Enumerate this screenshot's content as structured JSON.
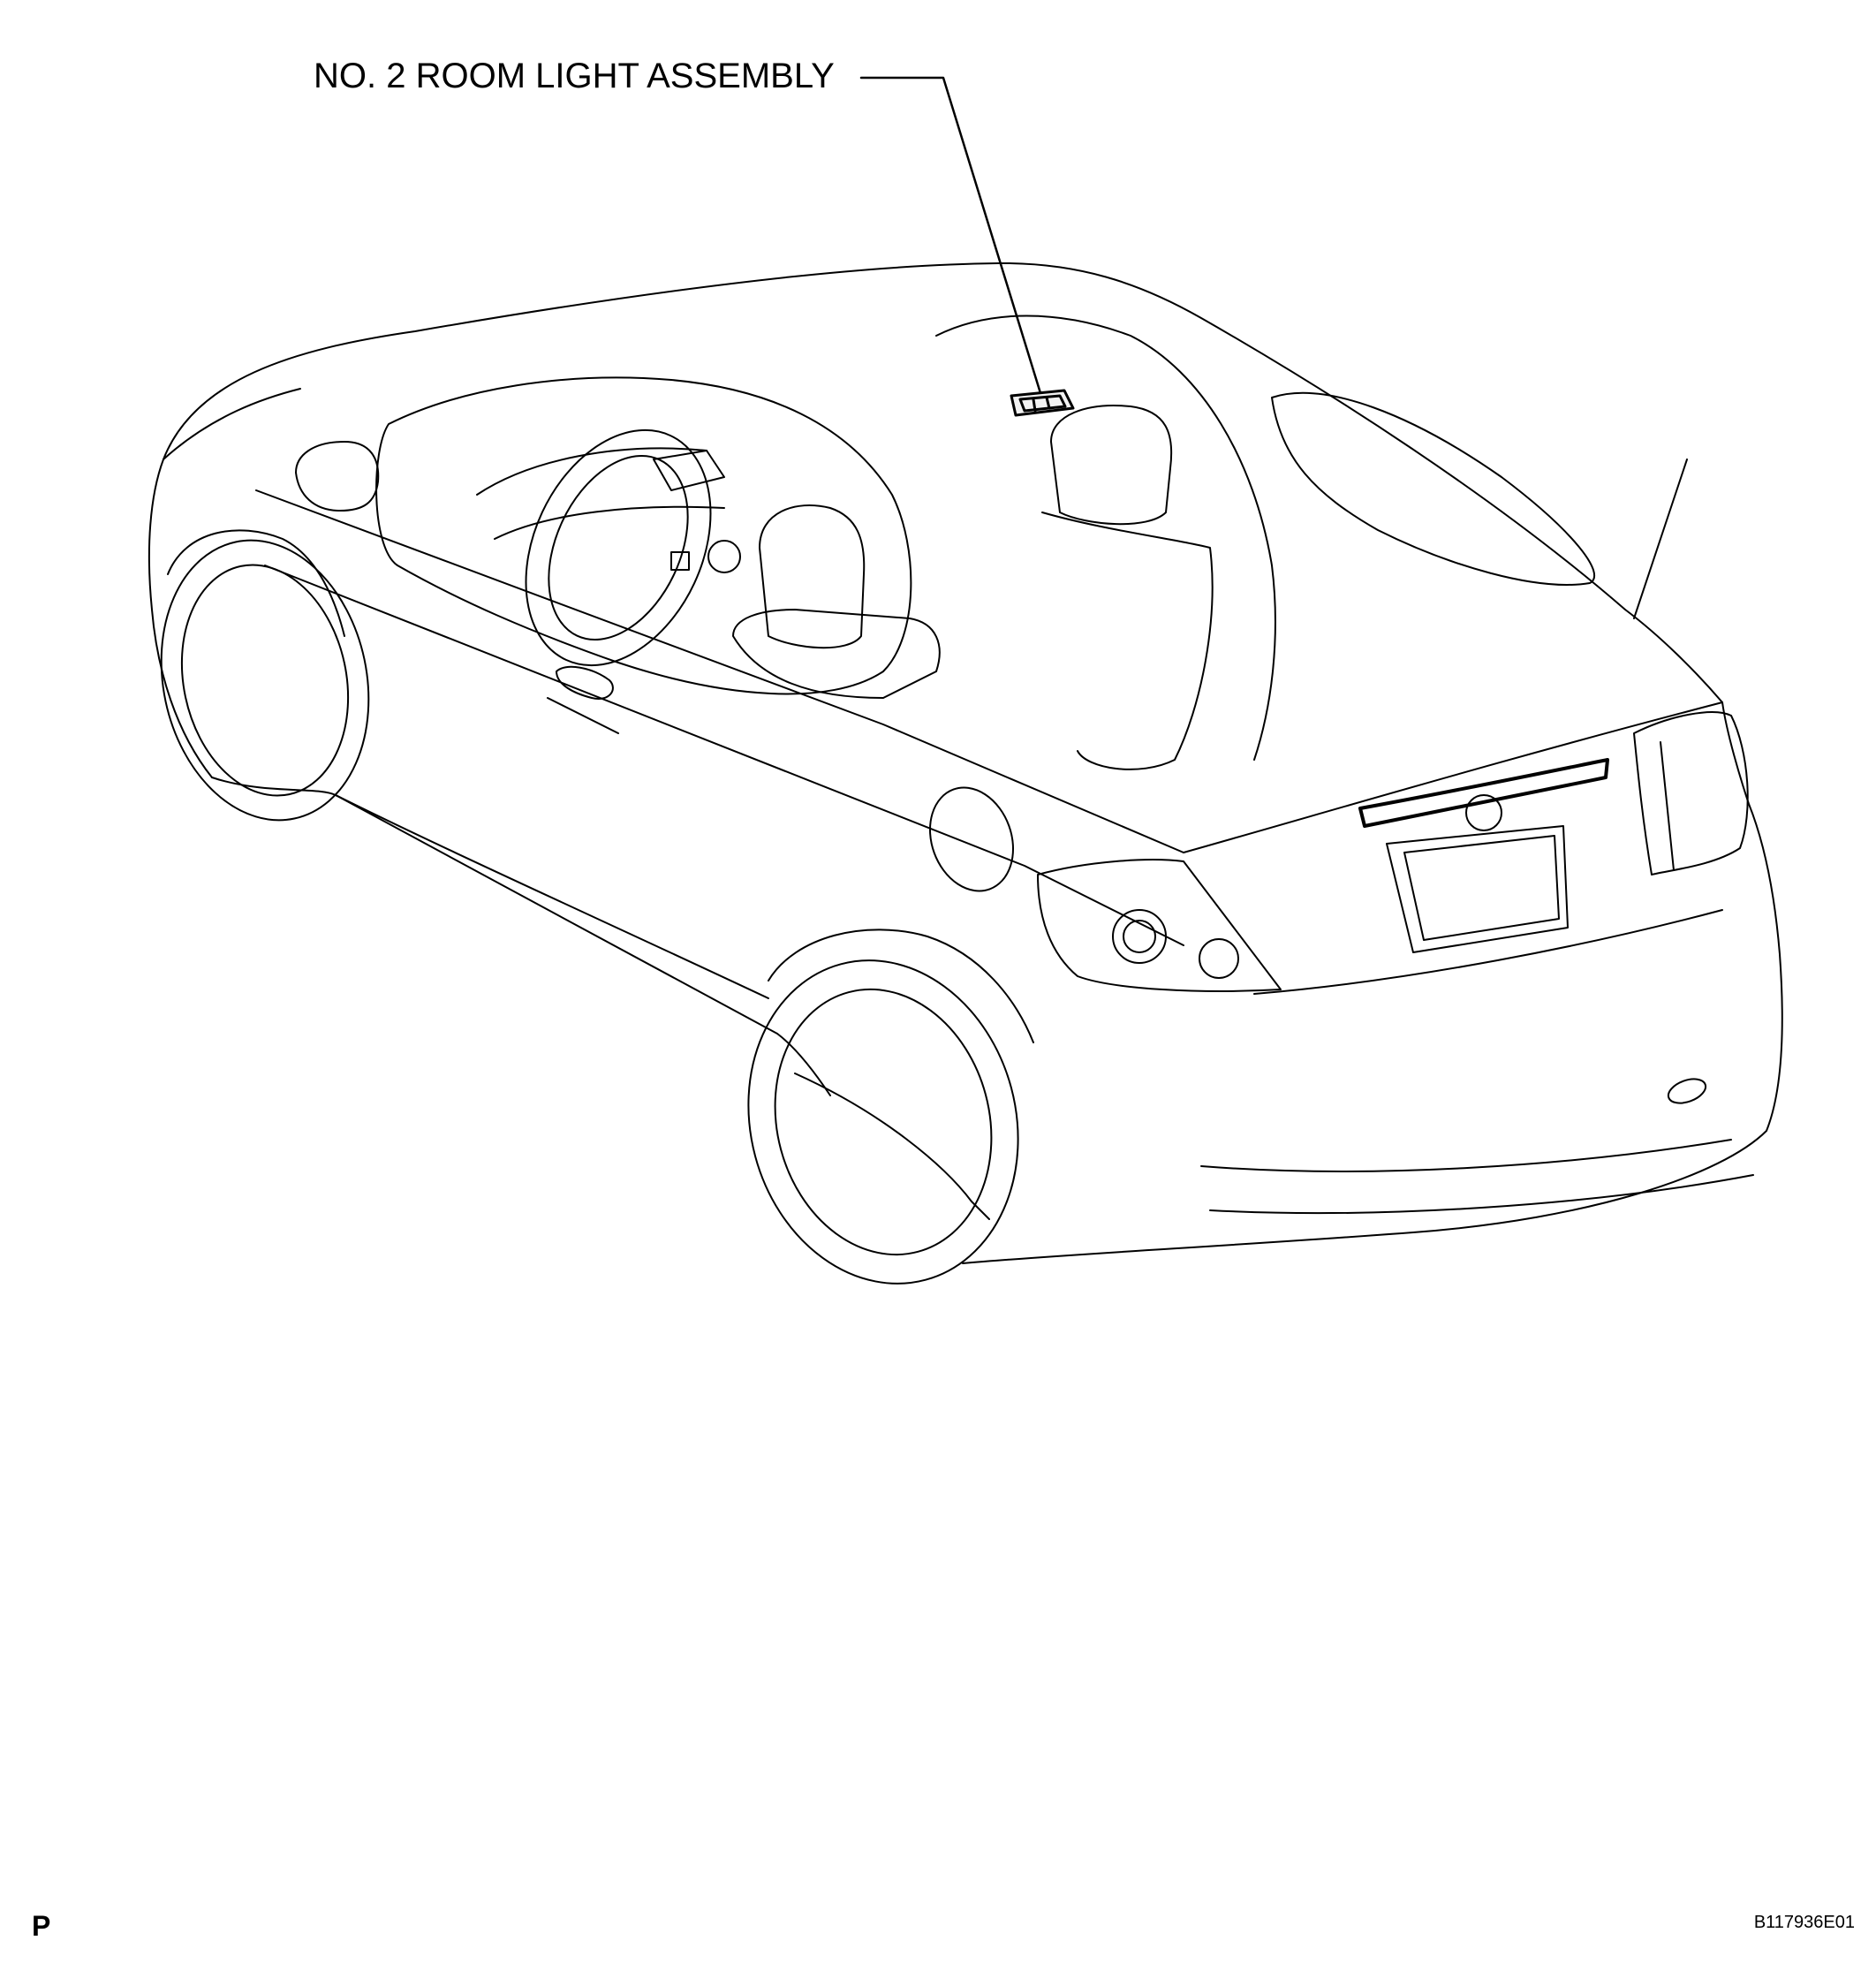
{
  "callout": {
    "label": "NO. 2 ROOM LIGHT ASSEMBLY"
  },
  "footer": {
    "section_letter": "P",
    "figure_id": "B117936E01"
  },
  "colors": {
    "line": "#000000",
    "background": "#ffffff"
  }
}
